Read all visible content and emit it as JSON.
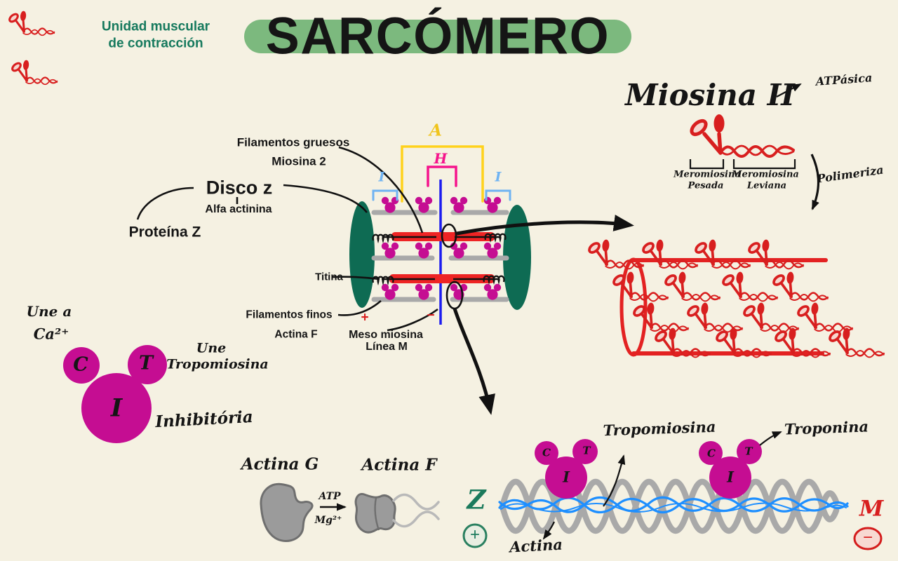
{
  "colors": {
    "background": "#f5f1e2",
    "title_highlight": "#7cb97e",
    "teal_text": "#177a5e",
    "magenta": "#c50d92",
    "red": "#dd1f1f",
    "dark_green_disc": "#0e6b53",
    "gray_filament": "#a9a9a9",
    "yellow_band": "#ffd21c",
    "pink_band": "#f5148c",
    "light_blue_band": "#6fb3f2",
    "blue_m_line": "#1c1cf0",
    "tropomyosin_blue": "#1e8fff"
  },
  "header": {
    "subtitle_line1": "Unidad muscular",
    "subtitle_line2": "de contracción",
    "title": "SARCÓMERO"
  },
  "myosin_panel": {
    "title": "Miosina II",
    "atpase_note": "ATPásica",
    "heavy_meromyosin_line1": "Meromiosina",
    "heavy_meromyosin_line2": "Pesada",
    "light_meromyosin_line1": "Meromiosina",
    "light_meromyosin_line2": "Leviana",
    "polymerize_note": "Polimeriza"
  },
  "sarcomere_panel": {
    "thick_filament_line1": "Filamentos gruesos",
    "thick_filament_line2": "Miosina 2",
    "z_disc": "Disco z",
    "alpha_actinin": "Alfa actinina",
    "protein_z": "Proteína Z",
    "titin": "Titina",
    "thin_filament_line1": "Filamentos finos",
    "thin_filament_line2": "Actina F",
    "m_line_line1": "Meso miosina",
    "m_line_line2": "Línea M",
    "band_a": "A",
    "band_h": "H",
    "band_i_left": "I",
    "band_i_right": "I",
    "plus": "+",
    "minus": "−"
  },
  "troponin_panel": {
    "binds_ca_line1": "Une a",
    "binds_ca_line2": "Ca²⁺",
    "binds_tropomyosin_line1": "Une",
    "binds_tropomyosin_line2": "Tropomiosina",
    "inhibitory": "Inhibitória",
    "subunit_c": "C",
    "subunit_t": "T",
    "subunit_i": "I"
  },
  "actin_panel": {
    "g_actin": "Actina G",
    "f_actin": "Actina F",
    "atp": "ATP",
    "mg": "Mg²⁺"
  },
  "thin_filament_panel": {
    "tropomyosin": "Tropomiosina",
    "troponin": "Troponina",
    "actin": "Actina",
    "z_end": "Z",
    "z_plus": "+",
    "m_end": "M",
    "m_minus": "−"
  }
}
